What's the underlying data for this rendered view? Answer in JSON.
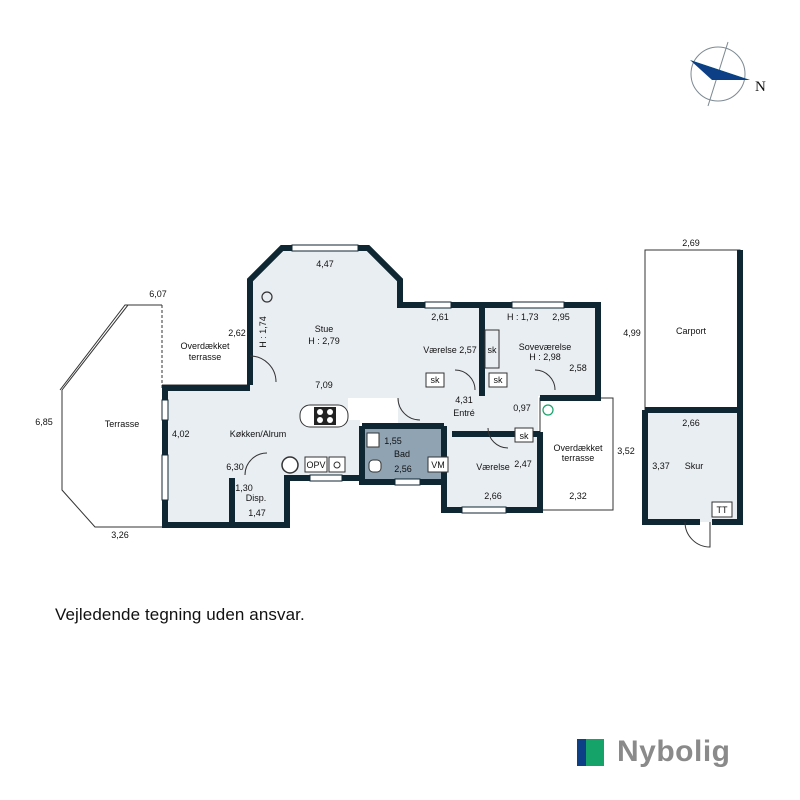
{
  "plan": {
    "rooms": {
      "stue": {
        "name": "Stue",
        "height": "H : 2,79",
        "width_top": "4,47",
        "depth": "7,09"
      },
      "kokken": {
        "name": "Køkken/Alrum",
        "width": "6,30",
        "depth": "4,02"
      },
      "disp": {
        "name": "Disp.",
        "width": "1,30",
        "depth": "1,47"
      },
      "bad": {
        "name": "Bad",
        "width": "2,56",
        "depth": "1,55"
      },
      "vaerelse1": {
        "name": "Værelse",
        "width": "2,61",
        "depth": "2,57"
      },
      "sovevaerelse": {
        "name": "Soveværelse",
        "height": "H : 2,98",
        "width": "2,95",
        "depth": "2,58",
        "height_alt": "H : 1,73"
      },
      "entre": {
        "name": "Entré",
        "width": "4,31",
        "depth": "0,97"
      },
      "vaerelse2": {
        "name": "Værelse",
        "width": "2,66",
        "depth": "2,47"
      },
      "overdaekket1": {
        "line1": "Overdækket",
        "line2": "terrasse",
        "depth": "2,62",
        "height": "H : 1,74"
      },
      "overdaekket2": {
        "line1": "Overdækket",
        "line2": "terrasse",
        "width": "2,32",
        "depth": "3,52"
      },
      "terrasse": {
        "name": "Terrasse",
        "top": "6,07",
        "side": "6,85",
        "bottom": "3,26"
      },
      "carport": {
        "name": "Carport",
        "width": "2,69",
        "depth": "4,99"
      },
      "skur": {
        "name": "Skur",
        "width": "2,66",
        "depth": "3,37"
      }
    },
    "fixtures": {
      "sk": "sk",
      "opv": "OPV",
      "vm": "VM",
      "tt": "TT"
    },
    "compass": {
      "label": "N"
    }
  },
  "footer": {
    "disclaimer": "Vejledende tegning uden ansvar.",
    "brand": "Nybolig"
  },
  "colors": {
    "wall": "#0f2633",
    "floor": "#e9eef2",
    "bathroom": "#8fa3b3",
    "line": "#333333",
    "brand_blue": "#0d3f86",
    "brand_green": "#15a36a",
    "brand_text": "#8a8a8a"
  }
}
